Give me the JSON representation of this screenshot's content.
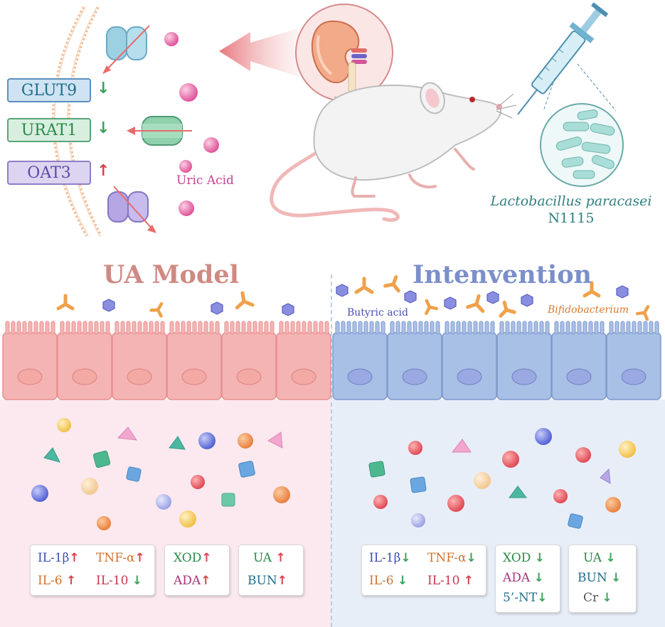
{
  "membrane": {
    "transporters": [
      {
        "label": "GLUT9",
        "direction": "down",
        "arrow": "↓",
        "fill": "#cfe3f3",
        "border": "#5c8fbd"
      },
      {
        "label": "URAT1",
        "direction": "down",
        "arrow": "↓",
        "fill": "#d8efe0",
        "border": "#5aa578"
      },
      {
        "label": "OAT3",
        "direction": "up",
        "arrow": "↑",
        "fill": "#ddd4f1",
        "border": "#8e7ec6"
      }
    ],
    "uric_acid_label": "Uric Acid"
  },
  "probiotic": {
    "name": "Lactobacillus paracasei",
    "strain": "N1115"
  },
  "panels": {
    "model": {
      "title": "UA Model",
      "title_color": "#cf8a83",
      "markers": {
        "group1": {
          "row1": [
            {
              "label": "IL-1β",
              "arrow": "↑",
              "direction": "up"
            },
            {
              "label": "TNF-α",
              "arrow": "↑",
              "direction": "up"
            }
          ],
          "row2": [
            {
              "label": "IL-6",
              "arrow": "↑",
              "direction": "up"
            },
            {
              "label": "IL-10",
              "arrow": "↓",
              "direction": "down"
            }
          ]
        },
        "group2": [
          {
            "label": "XOD",
            "arrow": "↑",
            "direction": "up"
          },
          {
            "label": "ADA",
            "arrow": "↑",
            "direction": "up"
          }
        ],
        "group3": [
          {
            "label": "UA",
            "arrow": "↑",
            "direction": "up"
          },
          {
            "label": "BUN",
            "arrow": "↑",
            "direction": "up"
          }
        ]
      }
    },
    "intervention": {
      "title": "Intenvention",
      "title_color": "#7b8fc9",
      "microbe_labels": {
        "butyrate": "Butyric acid",
        "bifido": "Bifidobacterium"
      },
      "markers": {
        "group1": {
          "row1": [
            {
              "label": "IL-1β",
              "arrow": "↓",
              "direction": "down"
            },
            {
              "label": "TNF-α",
              "arrow": "↓",
              "direction": "down"
            }
          ],
          "row2": [
            {
              "label": "IL-6",
              "arrow": "↓",
              "direction": "down"
            },
            {
              "label": "IL-10",
              "arrow": "↑",
              "direction": "up"
            }
          ]
        },
        "group2": [
          {
            "label": "XOD",
            "arrow": "↓",
            "direction": "down"
          },
          {
            "label": "ADA",
            "arrow": "↓",
            "direction": "down"
          },
          {
            "label": "5’-NT",
            "arrow": "↓",
            "direction": "down"
          }
        ],
        "group3": [
          {
            "label": "UA",
            "arrow": "↓",
            "direction": "down"
          },
          {
            "label": "BUN",
            "arrow": "↓",
            "direction": "down"
          },
          {
            "label": "Cr",
            "arrow": "↓",
            "direction": "down"
          }
        ]
      }
    }
  },
  "colors": {
    "arrow_up": "#d9434d",
    "arrow_down": "#3aa35a",
    "uric_acid": "#e868a4",
    "model_cells": "#f5b4b4",
    "intervention_cells": "#a9c0e6",
    "model_background": "#fbe9ef",
    "intervention_background": "#e8eef8"
  }
}
